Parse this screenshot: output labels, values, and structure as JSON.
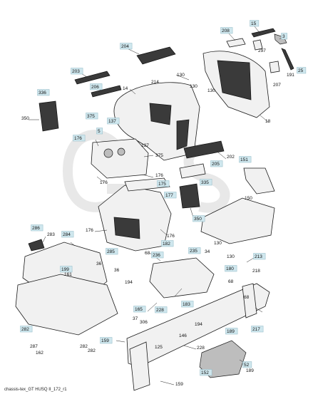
{
  "caption": "chassis-tex_GT HUSQ II_172_r1",
  "labels": {
    "l3": "3",
    "l15": "15",
    "l25": "25",
    "l208": "208",
    "l297": "297",
    "l191": "191",
    "l207": "207",
    "l204": "204",
    "l203": "203",
    "l214": "214",
    "l206": "206",
    "l14": "14",
    "l130a": "130",
    "l130b": "130",
    "l130c": "130",
    "l18": "18",
    "l336": "336",
    "l350": "350",
    "l375a": "375",
    "l5": "5",
    "l137a": "137",
    "l176a": "176",
    "l137b": "137",
    "l375b": "375",
    "l202": "202",
    "l205": "205",
    "l151": "151",
    "l176b": "176",
    "l176c": "176",
    "l175": "175",
    "l177": "177",
    "l335": "335",
    "l150": "150",
    "l176d": "176",
    "l350b": "350",
    "l130d": "130",
    "l176e": "176",
    "l286": "286",
    "l283": "283",
    "l284": "284",
    "l285": "285",
    "l182": "182",
    "l235": "235",
    "l34": "34",
    "l68a": "68",
    "l236": "236",
    "l213": "213",
    "l130e": "130",
    "l218": "218",
    "l199": "199",
    "l36a": "36",
    "l36b": "36",
    "l161": "161",
    "l180": "180",
    "l194a": "194",
    "l68b": "68",
    "l68c": "68",
    "l165": "165",
    "l37": "37",
    "l183": "183",
    "l228a": "228",
    "l306": "306",
    "l194b": "194",
    "l146": "146",
    "l282a": "282",
    "l217": "217",
    "l189a": "189",
    "l282b": "282",
    "l287": "287",
    "l162": "162",
    "l159a": "159",
    "l282c": "282",
    "l125": "125",
    "l228b": "228",
    "l52": "52",
    "l189b": "189",
    "l159b": "159",
    "l152": "152"
  }
}
